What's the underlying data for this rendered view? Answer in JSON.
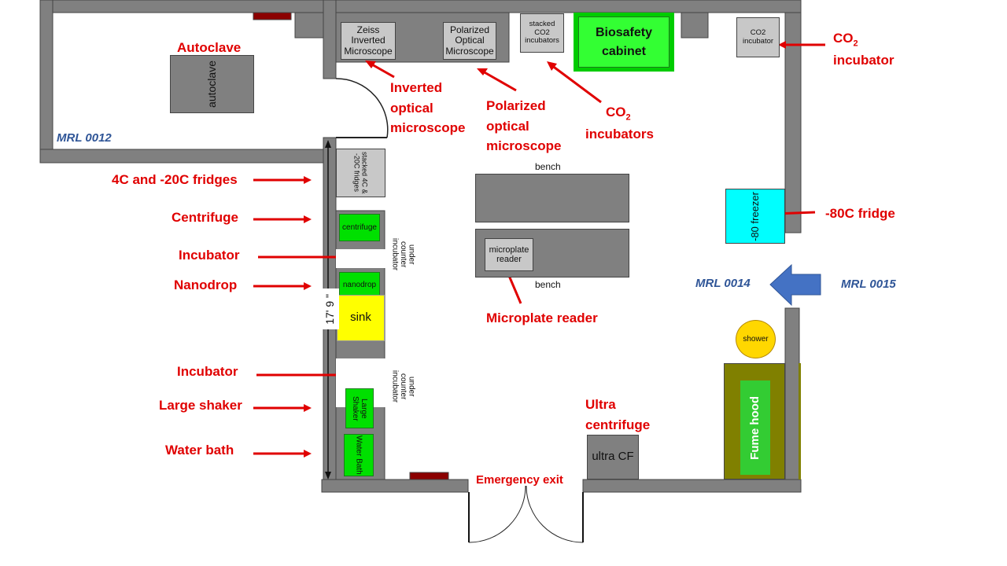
{
  "rooms": {
    "left_room": "MRL 0012",
    "right_room": "MRL 0014",
    "far_right_room": "MRL 0015"
  },
  "equipment": {
    "autoclave": "autoclave",
    "zeiss_microscope": "Zeiss Inverted Microscope",
    "polarized_microscope": "Polarized Optical Microscope",
    "stacked_co2": "stacked CO2 incubators",
    "biosafety": "Biosafety cabinet",
    "co2_incubator_right": "CO2 incubator",
    "stacked_fridges": "stacked 4C & -20C fridges",
    "centrifuge": "centrifuge",
    "under_counter_incubator_1": "under counter incubator",
    "nanodrop": "nanodrop",
    "sink": "sink",
    "under_counter_incubator_2": "under counter incubator",
    "large_shaker": "Large Shaker",
    "water_bath": "Water Bath",
    "bench_top": "bench",
    "bench_bottom": "bench",
    "microplate_reader": "microplate reader",
    "freezer": "-80 freezer",
    "shower": "shower",
    "fume_hood": "Fume hood",
    "ultra_cf": "ultra CF",
    "dimension": "17' 9 \""
  },
  "labels": {
    "autoclave": "Autoclave",
    "inverted_microscope": [
      "Inverted",
      "optical",
      "microscope"
    ],
    "polarized_microscope": [
      "Polarized",
      "optical",
      "microscope"
    ],
    "co2_incubators": {
      "main": "CO",
      "sub": "2",
      "line2": "incubators"
    },
    "co2_incubator": {
      "main": "CO",
      "sub": "2",
      "line2": "incubator"
    },
    "fridges": "4C and -20C fridges",
    "centrifuge": "Centrifuge",
    "incubator_1": "Incubator",
    "nanodrop": "Nanodrop",
    "incubator_2": "Incubator",
    "large_shaker": "Large shaker",
    "water_bath": "Water bath",
    "minus80_fridge": "-80C fridge",
    "microplate_reader": "Microplate reader",
    "ultra_centrifuge": [
      "Ultra",
      "centrifuge"
    ],
    "emergency_exit": "Emergency exit"
  },
  "colors": {
    "wall": "#808080",
    "label_red": "#e00000",
    "room_blue": "#2f5597",
    "arrow_blue": "#4472c4",
    "green": "#00e000",
    "sink_yellow": "#ffff00",
    "freezer_cyan": "#00ffff",
    "fume_olive": "#808000"
  }
}
